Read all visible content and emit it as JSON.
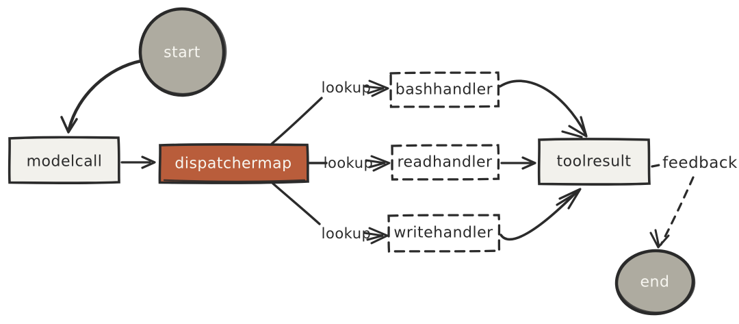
{
  "diagram": {
    "type": "flowchart",
    "style": "hand-drawn",
    "nodes": [
      {
        "id": "start",
        "label": "start",
        "shape": "ellipse",
        "fill": "gray"
      },
      {
        "id": "modelcall",
        "label": "modelcall",
        "shape": "rect",
        "fill": "cream"
      },
      {
        "id": "dispatchermap",
        "label": "dispatchermap",
        "shape": "rect",
        "fill": "orange"
      },
      {
        "id": "bashhandler",
        "label": "bashhandler",
        "shape": "dashed-rect",
        "fill": "none"
      },
      {
        "id": "readhandler",
        "label": "readhandler",
        "shape": "dashed-rect",
        "fill": "none"
      },
      {
        "id": "writehandler",
        "label": "writehandler",
        "shape": "dashed-rect",
        "fill": "none"
      },
      {
        "id": "toolresult",
        "label": "toolresult",
        "shape": "rect",
        "fill": "cream"
      },
      {
        "id": "end",
        "label": "end",
        "shape": "ellipse",
        "fill": "gray"
      }
    ],
    "edges": [
      {
        "from": "start",
        "to": "modelcall",
        "label": "",
        "style": "solid"
      },
      {
        "from": "modelcall",
        "to": "dispatchermap",
        "label": "",
        "style": "solid"
      },
      {
        "from": "dispatchermap",
        "to": "bashhandler",
        "label": "lookup",
        "style": "solid"
      },
      {
        "from": "dispatchermap",
        "to": "readhandler",
        "label": "lookup",
        "style": "solid"
      },
      {
        "from": "dispatchermap",
        "to": "writehandler",
        "label": "lookup",
        "style": "solid"
      },
      {
        "from": "bashhandler",
        "to": "toolresult",
        "label": "",
        "style": "solid"
      },
      {
        "from": "readhandler",
        "to": "toolresult",
        "label": "",
        "style": "solid"
      },
      {
        "from": "writehandler",
        "to": "toolresult",
        "label": "",
        "style": "solid"
      },
      {
        "from": "toolresult",
        "to": "end",
        "label": "feedback",
        "style": "dashed"
      }
    ],
    "colors": {
      "accent_orange": "#b95d3b",
      "node_fill_gray": "#aeaba0",
      "box_fill": "#f2f1ec",
      "stroke_dark": "#2b2b2b",
      "light_text": "#f7f6f0"
    }
  }
}
